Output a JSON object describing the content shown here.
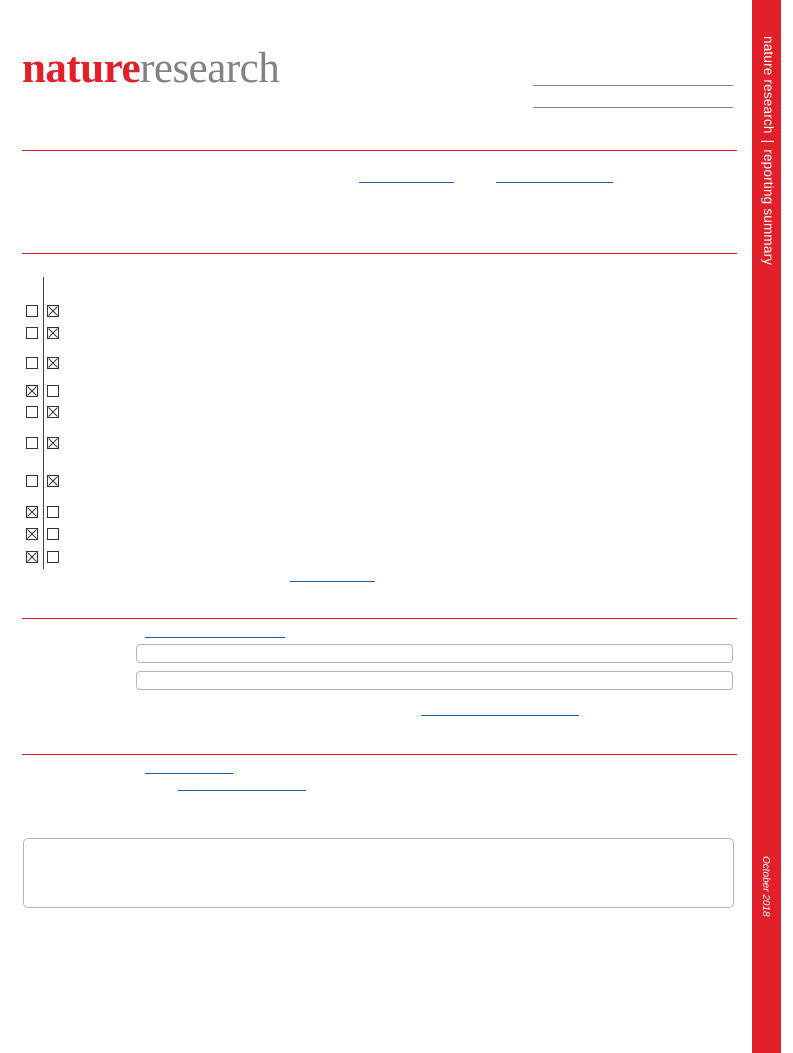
{
  "header": {
    "logo_primary": "nature",
    "logo_secondary": "research"
  },
  "sidebar": {
    "brand": "nature research",
    "separator": "|",
    "doc_type": "reporting summary",
    "date": "October 2018",
    "color": "#e2202a"
  },
  "colors": {
    "accent": "#e2202a",
    "link": "#1f5fa6",
    "logo_grey": "#808285"
  },
  "checkboxes": {
    "rows": [
      {
        "first": "unchecked",
        "second": "checked"
      },
      {
        "first": "unchecked",
        "second": "checked"
      },
      {
        "first": "unchecked",
        "second": "checked"
      },
      {
        "first": "checked",
        "second": "unchecked"
      },
      {
        "first": "unchecked",
        "second": "checked"
      },
      {
        "first": "unchecked",
        "second": "checked"
      },
      {
        "first": "unchecked",
        "second": "checked"
      },
      {
        "first": "checked",
        "second": "unchecked"
      },
      {
        "first": "checked",
        "second": "unchecked"
      },
      {
        "first": "checked",
        "second": "unchecked"
      }
    ]
  },
  "fields": {
    "field_1_value": "",
    "field_2_value": "",
    "text_box_value": ""
  }
}
